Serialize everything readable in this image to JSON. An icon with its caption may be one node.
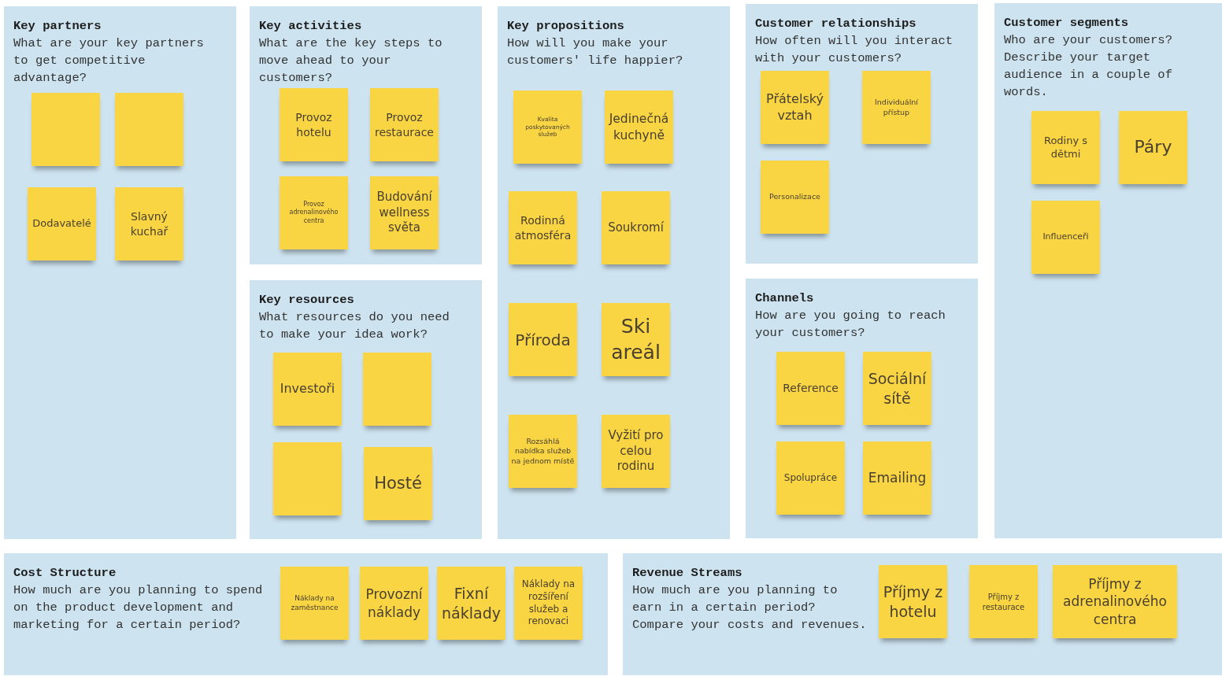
{
  "diagram": {
    "nodes": [
      {
        "text": [
          "Key partners",
          "What are your key partners to get competitive advantage?"
        ]
      },
      {
        "text": [],
        "shape": "box",
        "in": 0
      },
      {
        "text": [],
        "shape": "box",
        "in": 0
      },
      {
        "text": [
          "Dodavatelé"
        ],
        "in": 0
      },
      {
        "text": [
          "Slavný kuchař"
        ],
        "in": 0
      },
      {
        "text": [
          "Key activities",
          "What are the key steps to move ahead to your customers?"
        ]
      },
      {
        "text": [
          "Provoz hotelu"
        ],
        "in": 5
      },
      {
        "text": [
          "Provoz restaurace"
        ],
        "in": 5
      },
      {
        "text": [
          "Provoz adrenalinového centra"
        ],
        "in": 5
      },
      {
        "text": [
          "Budování wellness světa"
        ],
        "in": 5
      },
      {
        "text": [
          "Key resources",
          "What resources do you need to make your idea work?"
        ]
      },
      {
        "text": [
          "Investoři"
        ],
        "in": 10
      },
      {
        "text": [],
        "shape": "box",
        "in": 10
      },
      {
        "text": [],
        "shape": "box",
        "in": 10
      },
      {
        "text": [
          "Hosté"
        ],
        "in": 10
      },
      {
        "text": [
          "Key propositions",
          "How will you make your customers' life happier?"
        ]
      },
      {
        "text": [
          "Kvalita poskytovaných služeb"
        ],
        "in": 15
      },
      {
        "text": [
          "Jedinečná kuchyně"
        ],
        "in": 15
      },
      {
        "text": [
          "Rodinná atmosféra"
        ],
        "in": 15
      },
      {
        "text": [
          "Soukromí"
        ],
        "in": 15
      },
      {
        "text": [
          "Příroda"
        ],
        "in": 15
      },
      {
        "text": [
          "Ski areál"
        ],
        "in": 15
      },
      {
        "text": [
          "Rozsáhlá nabídka služeb na jednom místě"
        ],
        "in": 15
      },
      {
        "text": [
          "Vyžití pro celou rodinu"
        ],
        "in": 15
      },
      {
        "text": [
          "Customer relationships",
          "How often will you interact with your customers?"
        ]
      },
      {
        "text": [
          "Přátelský vztah"
        ],
        "in": 24
      },
      {
        "text": [
          "Individuální přístup"
        ],
        "in": 24
      },
      {
        "text": [
          "Personalizace"
        ],
        "in": 24
      },
      {
        "text": [
          "Channels",
          "How are you going to reach your customers?"
        ]
      },
      {
        "text": [
          "Reference"
        ],
        "in": 28
      },
      {
        "text": [
          "Sociální sítě"
        ],
        "in": 28
      },
      {
        "text": [
          "Spolupráce"
        ],
        "in": 28
      },
      {
        "text": [
          "Emailing"
        ],
        "in": 28
      },
      {
        "text": [
          "Customer segments",
          "Who are your customers? Describe your target audience in a couple of words."
        ]
      },
      {
        "text": [
          "Rodiny s dětmi"
        ],
        "in": 33
      },
      {
        "text": [
          "Páry"
        ],
        "in": 33
      },
      {
        "text": [
          "Influenceři"
        ],
        "in": 33
      },
      {
        "text": [
          "Cost Structure",
          "How much are you planning to spend on the product development and marketing for a certain period?"
        ]
      },
      {
        "text": [
          "Náklady na zaměstnance"
        ],
        "in": 37
      },
      {
        "text": [
          "Provozní náklady"
        ],
        "in": 37
      },
      {
        "text": [
          "Fixní náklady"
        ],
        "in": 37
      },
      {
        "text": [
          "Náklady na rozšíření služeb a renovaci"
        ],
        "in": 37
      },
      {
        "text": [
          "Revenue Streams",
          "How much are you planning to earn in a certain period? Compare your costs and revenues."
        ]
      },
      {
        "text": [
          "Příjmy z hotelu"
        ],
        "in": 42
      },
      {
        "text": [
          "Příjmy z restaurace"
        ],
        "in": 42
      },
      {
        "text": [
          "Příjmy z adrenalinového centra"
        ],
        "in": 42
      }
    ],
    "edges": []
  }
}
